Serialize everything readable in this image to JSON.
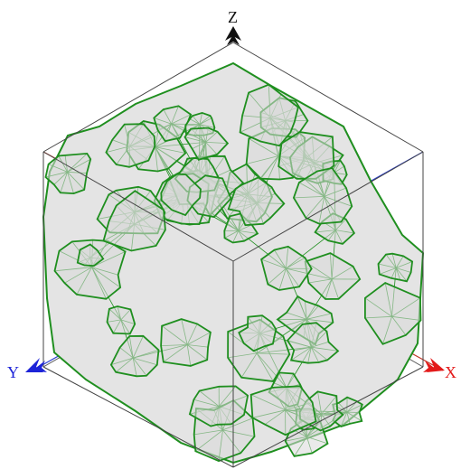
{
  "axes": {
    "x": {
      "label": "X",
      "color": "#e31a1a"
    },
    "y": {
      "label": "Y",
      "color": "#1d24d8"
    },
    "z": {
      "label": "Z",
      "color": "#111111"
    }
  },
  "colors": {
    "mesh": "#1f8f1f",
    "mesh_fill": "#e3e3e3",
    "box_edges": "#444444",
    "background": "#ffffff"
  }
}
